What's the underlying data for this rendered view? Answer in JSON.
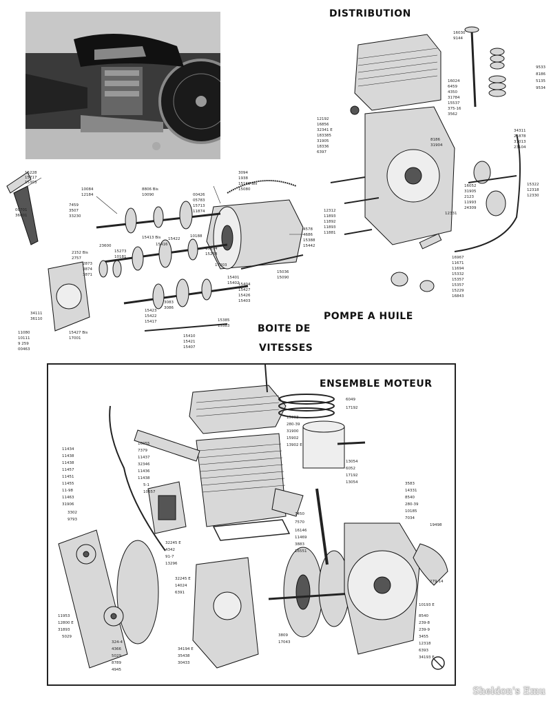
{
  "labels": {
    "distribution": "DISTRIBUTION",
    "pompe": "POMPE A HUILE",
    "boite_line1": "BOITE DE",
    "boite_line2": "VITESSES",
    "ensemble": "ENSEMBLE MOTEUR",
    "watermark": "Sheldon's Emu"
  },
  "part_numbers": {
    "gearbox": [
      "15228",
      "15717",
      "15303",
      "00701",
      "36001",
      "10084",
      "12184",
      "7459",
      "3507",
      "33230",
      "8806 Bis",
      "10090",
      "00426",
      "05783",
      "15713",
      "11874",
      "3094",
      "1938",
      "15168 Bis",
      "15080",
      "4578",
      "4686",
      "15388",
      "15442",
      "23600",
      "15273",
      "10181",
      "2152 Bis",
      "2757",
      "2873",
      "3874",
      "3871",
      "15413 Bis",
      "15422",
      "15416",
      "10188",
      "15274",
      "15268",
      "17003",
      "15401",
      "15402",
      "15427",
      "15426",
      "15403",
      "15404",
      "15036",
      "15090",
      "15410",
      "15421",
      "15407",
      "15385",
      "15383",
      "3083",
      "3086",
      "15423",
      "15422",
      "15417",
      "11080",
      "10111",
      "9 259",
      "00463",
      "15427 Bis",
      "17001",
      "34111",
      "36110"
    ],
    "distribution": [
      "16030",
      "9144",
      "16024",
      "6459",
      "4350",
      "31784",
      "15537",
      "375-16",
      "3562",
      "12192",
      "16856",
      "32341 E",
      "183385",
      "31905",
      "18336",
      "6397",
      "12312",
      "11893",
      "11892",
      "11893",
      "11881",
      "9533",
      "8186",
      "5135",
      "9534",
      "34311",
      "21878",
      "31013",
      "23104",
      "8186",
      "31904",
      "16052",
      "31905",
      "2123",
      "11993",
      "24309",
      "15322",
      "12318",
      "12330",
      "12331",
      "16967",
      "11671",
      "11694",
      "15332",
      "15357",
      "15357",
      "15229",
      "16843"
    ],
    "ensemble": [
      "11434",
      "11438",
      "11438",
      "11457",
      "11451",
      "11455",
      "11-98",
      "11463",
      "31906",
      "3302",
      "9793",
      "16055",
      "7379",
      "11437",
      "32346",
      "11436",
      "11438",
      "5-1",
      "10357",
      "15903",
      "280-39",
      "31900",
      "15902",
      "13902 E",
      "6049",
      "17192",
      "13054",
      "6052",
      "17192",
      "13054",
      "3583",
      "14331",
      "8540",
      "280-39",
      "10185",
      "7034",
      "19498",
      "7450",
      "7570",
      "16146",
      "11469",
      "3883",
      "16551",
      "32245 E",
      "4342",
      "91-7",
      "13296",
      "32245 E",
      "14024",
      "6391",
      "11953",
      "12800 E",
      "31893",
      "5029",
      "324-4",
      "4366",
      "5029",
      "8789",
      "4945",
      "30433",
      "35438",
      "34194 E",
      "3809",
      "17043",
      "10193 E",
      "8540",
      "239-8",
      "239-9",
      "3455",
      "12318",
      "6393",
      "34193 E",
      "279-14"
    ]
  }
}
